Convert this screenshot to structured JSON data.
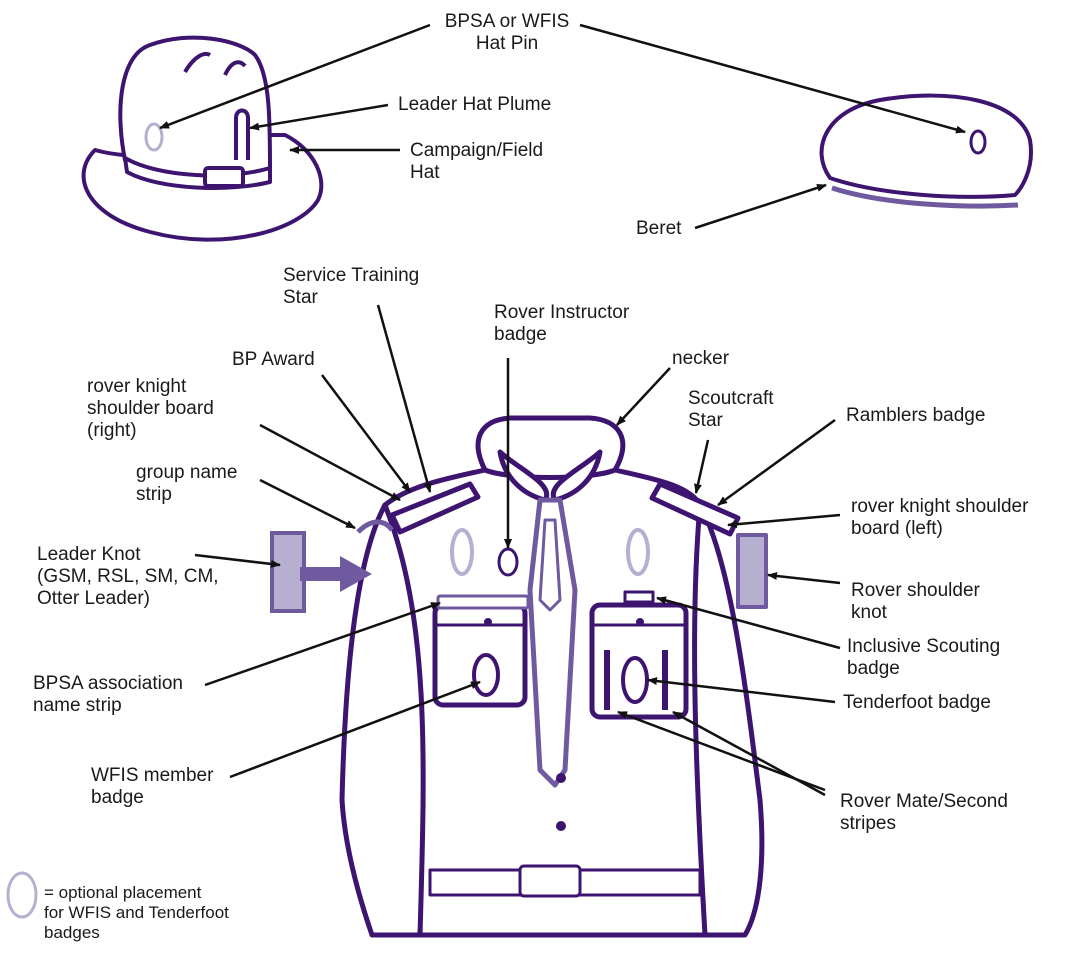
{
  "labels": {
    "hat_pin": "BPSA or WFIS\nHat Pin",
    "leader_plume": "Leader Hat Plume",
    "campaign_hat": "Campaign/Field\nHat",
    "beret": "Beret",
    "service_star": "Service Training\nStar",
    "rover_instructor": "Rover Instructor\nbadge",
    "bp_award": "BP Award",
    "necker": "necker",
    "shoulder_board_right": "rover knight\nshoulder board\n(right)",
    "scoutcraft_star": "Scoutcraft\nStar",
    "ramblers": "Ramblers badge",
    "group_strip": "group name\nstrip",
    "shoulder_board_left": "rover knight shoulder\nboard (left)",
    "leader_knot": "Leader Knot\n(GSM, RSL, SM, CM,\nOtter Leader)",
    "rover_knot": "Rover shoulder\nknot",
    "inclusive": "Inclusive Scouting\nbadge",
    "association_strip": "BPSA association\nname strip",
    "tenderfoot": "Tenderfoot badge",
    "wfis_member": "WFIS member\nbadge",
    "mate_stripes": "Rover Mate/Second\nstripes",
    "legend": "= optional placement\nfor WFIS and Tenderfoot\nbadges"
  },
  "colors": {
    "outline": "#3d1470",
    "accent": "#6f5aa0",
    "light": "#b7afd0",
    "leader_line": "#111111"
  },
  "icons": {
    "legend_oval": "optional-placement-oval-icon"
  }
}
